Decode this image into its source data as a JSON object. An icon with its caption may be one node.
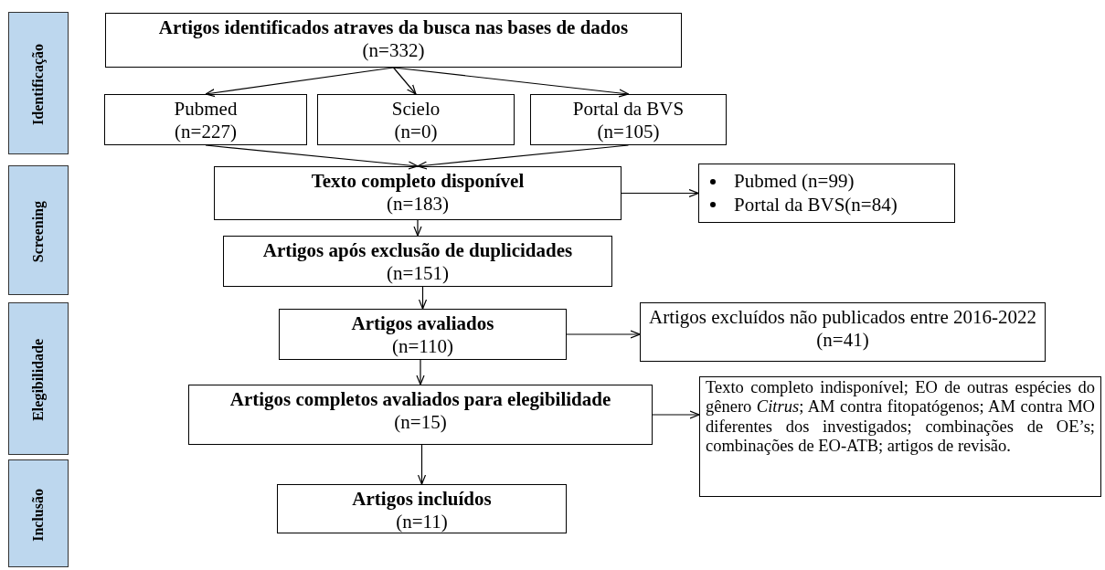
{
  "diagram": {
    "nodes": [
      {
        "text": [
          "Identificação"
        ]
      },
      {
        "text": [
          "Screening"
        ]
      },
      {
        "text": [
          "Elegibilidade"
        ]
      },
      {
        "text": [
          "Inclusão"
        ]
      },
      {
        "text": [
          "Artigos identificados atraves da busca nas bases de dados",
          "(n=332)"
        ]
      },
      {
        "text": [
          "Pubmed",
          "(n=227)"
        ]
      },
      {
        "text": [
          "Scielo",
          "(n=0)"
        ]
      },
      {
        "text": [
          "Portal da BVS",
          "(n=105)"
        ]
      },
      {
        "text": [
          "Texto completo disponível",
          "(n=183)"
        ]
      },
      {
        "text": [
          "Pubmed (n=99)",
          "Portal da BVS(n=84)"
        ]
      },
      {
        "text": [
          "Artigos após exclusão de duplicidades",
          "(n=151)"
        ]
      },
      {
        "text": [
          "Artigos avaliados",
          "(n=110)"
        ]
      },
      {
        "text": [
          "Artigos excluídos não publicados entre 2016-2022 (n=41)"
        ]
      },
      {
        "text": [
          "Artigos completos avaliados para elegibilidade",
          "(n=15)"
        ]
      },
      {
        "text": [
          "Texto completo indisponível; EO de outras espécies do gênero *Citrus*; AM contra fitopatógenos; AM contra MO diferentes dos investigados; combinações de OE’s; combinações de EO-ATB; artigos de revisão."
        ]
      },
      {
        "text": [
          "Artigos incluídos",
          "(n=11)"
        ]
      }
    ],
    "edges": [
      {
        "from": 4,
        "to": 5,
        "arrow": "to"
      },
      {
        "from": 4,
        "to": 6,
        "arrow": "to"
      },
      {
        "from": 4,
        "to": 7,
        "arrow": "to"
      },
      {
        "from": 5,
        "to": 8,
        "arrow": "to"
      },
      {
        "from": 7,
        "to": 8,
        "arrow": "to"
      },
      {
        "from": 8,
        "to": 9,
        "arrow": "to"
      },
      {
        "from": 8,
        "to": 10,
        "arrow": "to"
      },
      {
        "from": 10,
        "to": 11,
        "arrow": "to"
      },
      {
        "from": 11,
        "to": 12,
        "arrow": "to"
      },
      {
        "from": 11,
        "to": 13,
        "arrow": "to"
      },
      {
        "from": 13,
        "to": 14,
        "arrow": "to"
      },
      {
        "from": 13,
        "to": 15,
        "arrow": "to"
      }
    ]
  }
}
